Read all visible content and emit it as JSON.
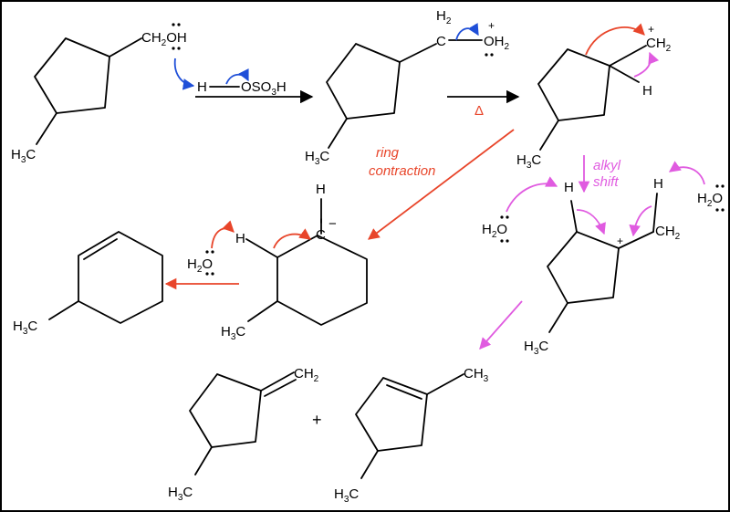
{
  "labels": {
    "ch2oh": "CH",
    "ch2oh_sub": "2",
    "ch2oh_tail": "OH",
    "h_acid": "H",
    "oso3h": "OSO",
    "oso3h_sub": "3",
    "oso3h_tail": "H",
    "h3c": "H",
    "h3c_sub": "3",
    "h3c_tail": "C",
    "h2": "H",
    "h2_sub": "2",
    "c_atom": "C",
    "oh2": "OH",
    "oh2_sub": "2",
    "plus": "+",
    "minus": "−",
    "ch2": "CH",
    "ch2_sub": "2",
    "h_atom": "H",
    "h2o": "H",
    "h2o_sub": "2",
    "h2o_tail": "O",
    "delta": "Δ",
    "ring_contraction_1": "ring",
    "ring_contraction_2": "contraction",
    "alkyl_shift_1": "alkyl",
    "alkyl_shift_2": "shift",
    "ch3": "CH",
    "ch3_sub": "3",
    "plus_sign": "+"
  },
  "colors": {
    "blue_arrow": "#1f4fd8",
    "red_arrow": "#e8452a",
    "pink_arrow": "#e05be0"
  }
}
